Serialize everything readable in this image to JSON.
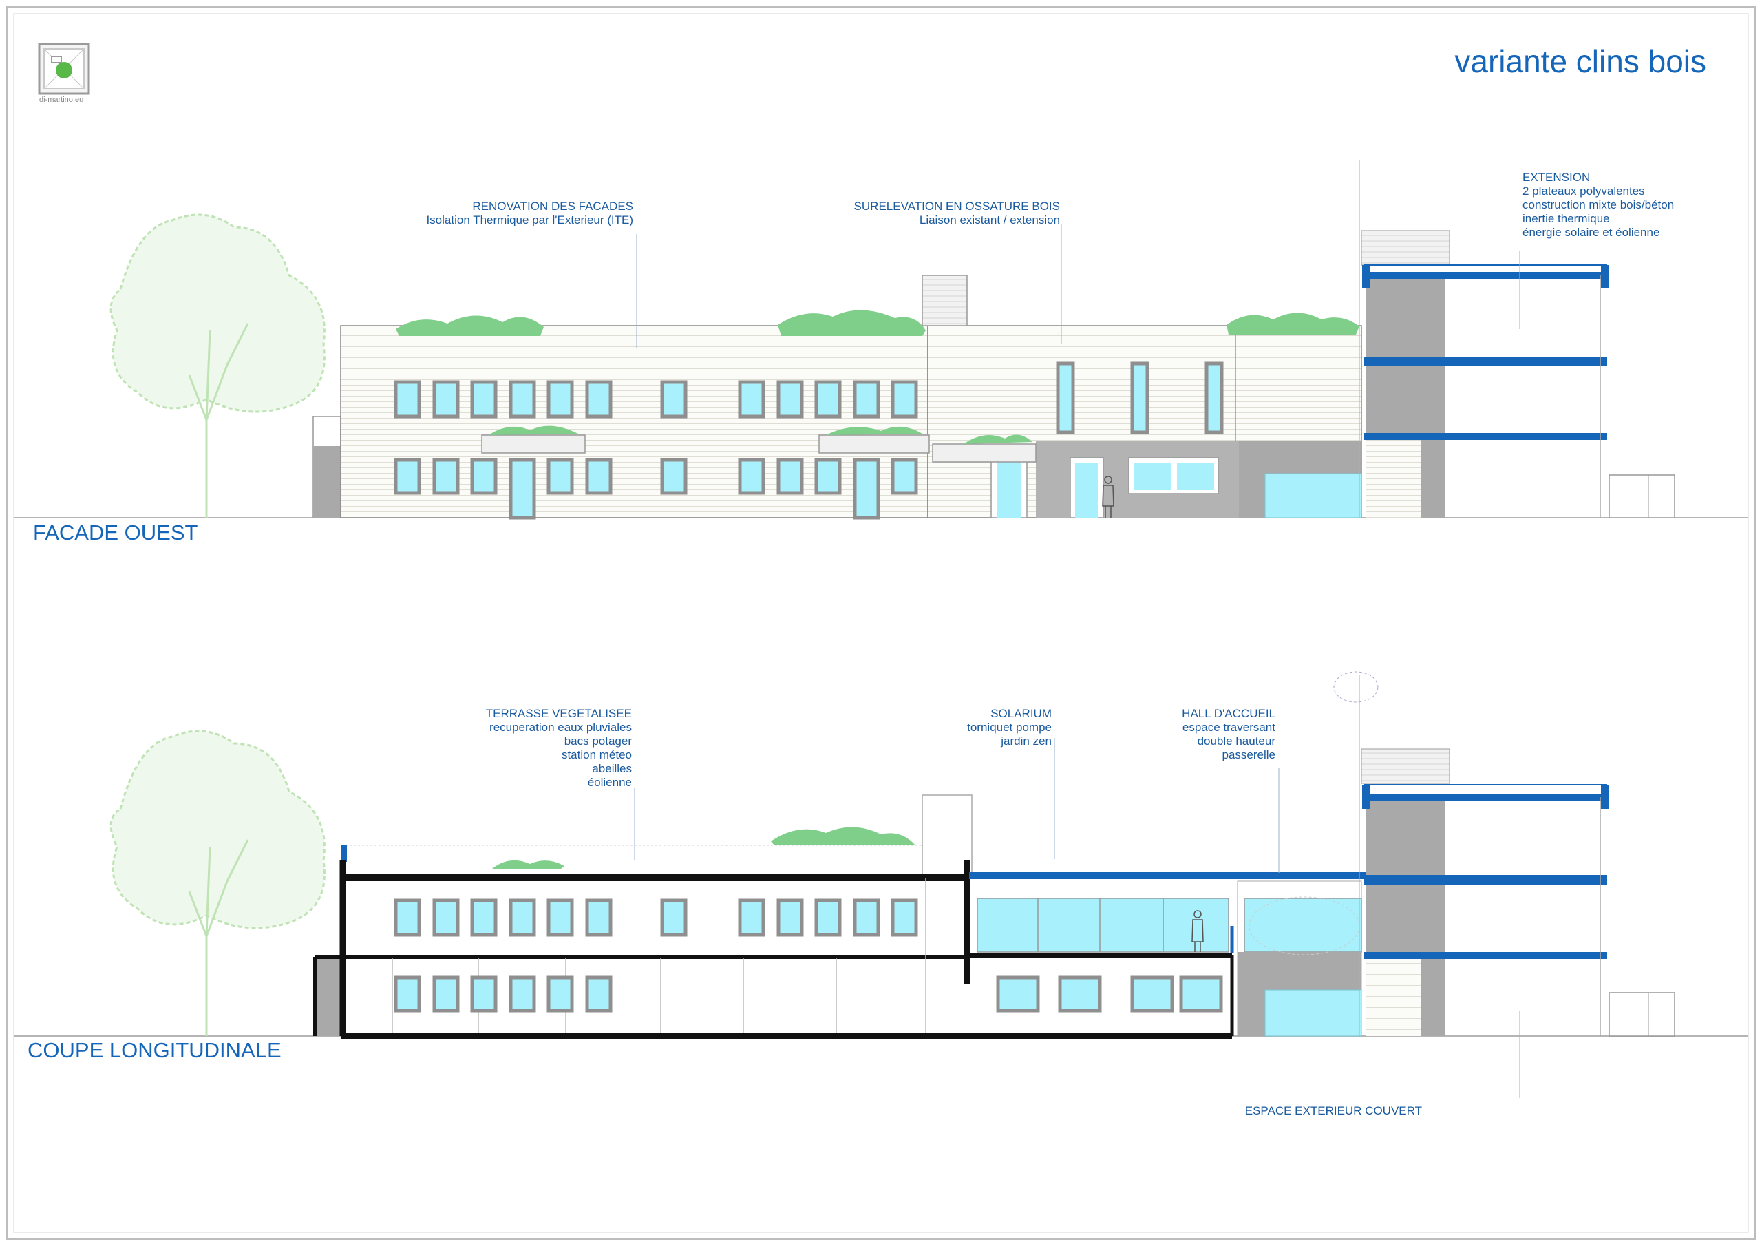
{
  "sheet": {
    "title": "variante clins bois",
    "logo_caption": "di-martino.eu"
  },
  "facade": {
    "title": "FACADE OUEST",
    "annotations": {
      "renovation": [
        "RENOVATION DES FACADES",
        "Isolation Thermique par l'Exterieur (ITE)"
      ],
      "surelevation": [
        "SURELEVATION EN OSSATURE BOIS",
        "Liaison existant / extension"
      ],
      "extension": [
        "EXTENSION",
        "2 plateaux polyvalentes",
        "construction mixte bois/béton",
        "inertie thermique",
        "énergie solaire et éolienne"
      ]
    }
  },
  "coupe": {
    "title": "COUPE LONGITUDINALE",
    "annotations": {
      "terrasse": [
        "TERRASSE VEGETALISEE",
        "recuperation eaux pluviales",
        "bacs potager",
        "station méteo",
        "abeilles",
        "éolienne"
      ],
      "solarium": [
        "SOLARIUM",
        "torniquet pompe",
        "jardin zen"
      ],
      "hall": [
        "HALL D'ACCUEIL",
        "espace traversant",
        "double hauteur",
        "passerelle"
      ],
      "espace": [
        "ESPACE EXTERIEUR COUVERT"
      ]
    }
  },
  "colors": {
    "accent_blue": "#1565b8",
    "text_blue": "#1a5a9e",
    "glass": "#a8f0fb",
    "vegetation": "#7fcf8a",
    "concrete": "#a9a9a9",
    "tree": "#bfe3b4"
  }
}
